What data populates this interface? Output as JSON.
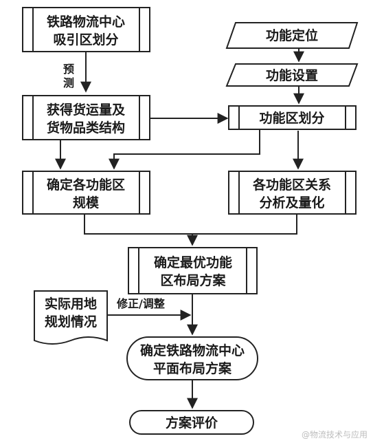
{
  "nodes": {
    "railway_center_attraction": {
      "line1": "铁路物流中心",
      "line2": "吸引区划分"
    },
    "cargo_volume_structure": {
      "line1": "获得货运量及",
      "line2": "货物品类结构"
    },
    "function_area_scale": {
      "line1": "确定各功能区",
      "line2": "规模"
    },
    "function_positioning": {
      "line1": "功能定位"
    },
    "function_setting": {
      "line1": "功能设置"
    },
    "function_area_division": {
      "line1": "功能区划分"
    },
    "function_area_relation": {
      "line1": "各功能区关系",
      "line2": "分析及量化"
    },
    "optimal_layout": {
      "line1": "确定最优功能",
      "line2": "区布局方案"
    },
    "actual_land_plan": {
      "line1": "实际用地",
      "line2": "规划情况"
    },
    "final_layout": {
      "line1": "确定铁路物流中心",
      "line2": "平面布局方案"
    },
    "evaluation": {
      "line1": "方案评价"
    }
  },
  "edge_labels": {
    "forecast_1": "预",
    "forecast_2": "测",
    "adjust": "修正/调整"
  },
  "watermark": "@物流技术与应用"
}
